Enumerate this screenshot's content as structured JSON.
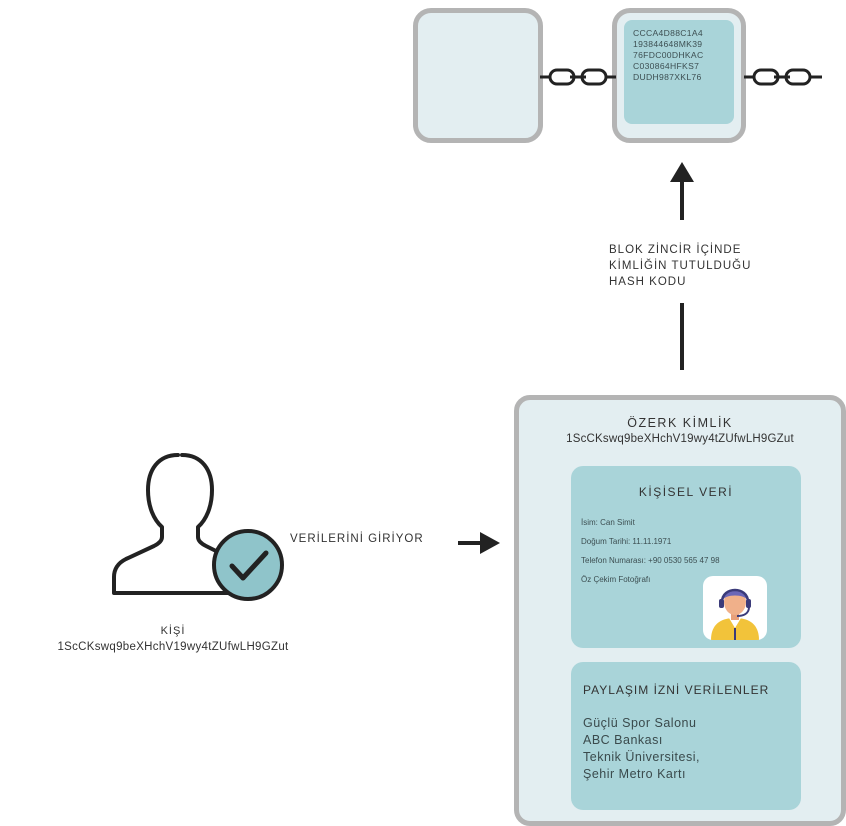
{
  "blockchain": {
    "hash_lines": [
      "CCCA4D88C1A4",
      "193844648MK39",
      "76FDC00DHKAC",
      "C030864HFKS7",
      "DUDH987XKL76"
    ]
  },
  "arrow_label": {
    "lines": [
      "BLOK ZİNCİR İÇİNDE",
      "KİMLİĞİN TUTULDUĞU",
      "HASH KODU"
    ]
  },
  "person": {
    "title": "KİŞİ",
    "id": "1ScCKswq9beXHchV19wy4tZUfwLH9GZut"
  },
  "entry_label": "VERİLERİNİ GİRİYOR",
  "identity_card": {
    "title": "ÖZERK KİMLİK",
    "id": "1ScCKswq9beXHchV19wy4tZUfwLH9GZut",
    "personal": {
      "title": "KİŞİSEL VERİ",
      "fields": [
        "İsim: Can Simit",
        "Doğum Tarihi: 11.11.1971",
        "Telefon Numarası: +90 0530 565 47 98",
        "Öz Çekim Fotoğrafı"
      ]
    },
    "sharing": {
      "title": "PAYLAŞIM İZNİ VERİLENLER",
      "items": [
        "Güçlü Spor Salonu",
        "ABC Bankası",
        "Teknik Üniversitesi,",
        "Şehir Metro Kartı"
      ]
    }
  },
  "colors": {
    "card_bg": "#e3eef1",
    "panel_bg": "#a9d4d9",
    "border": "#b4b4b4",
    "check_circle": "#8fc4ca"
  }
}
